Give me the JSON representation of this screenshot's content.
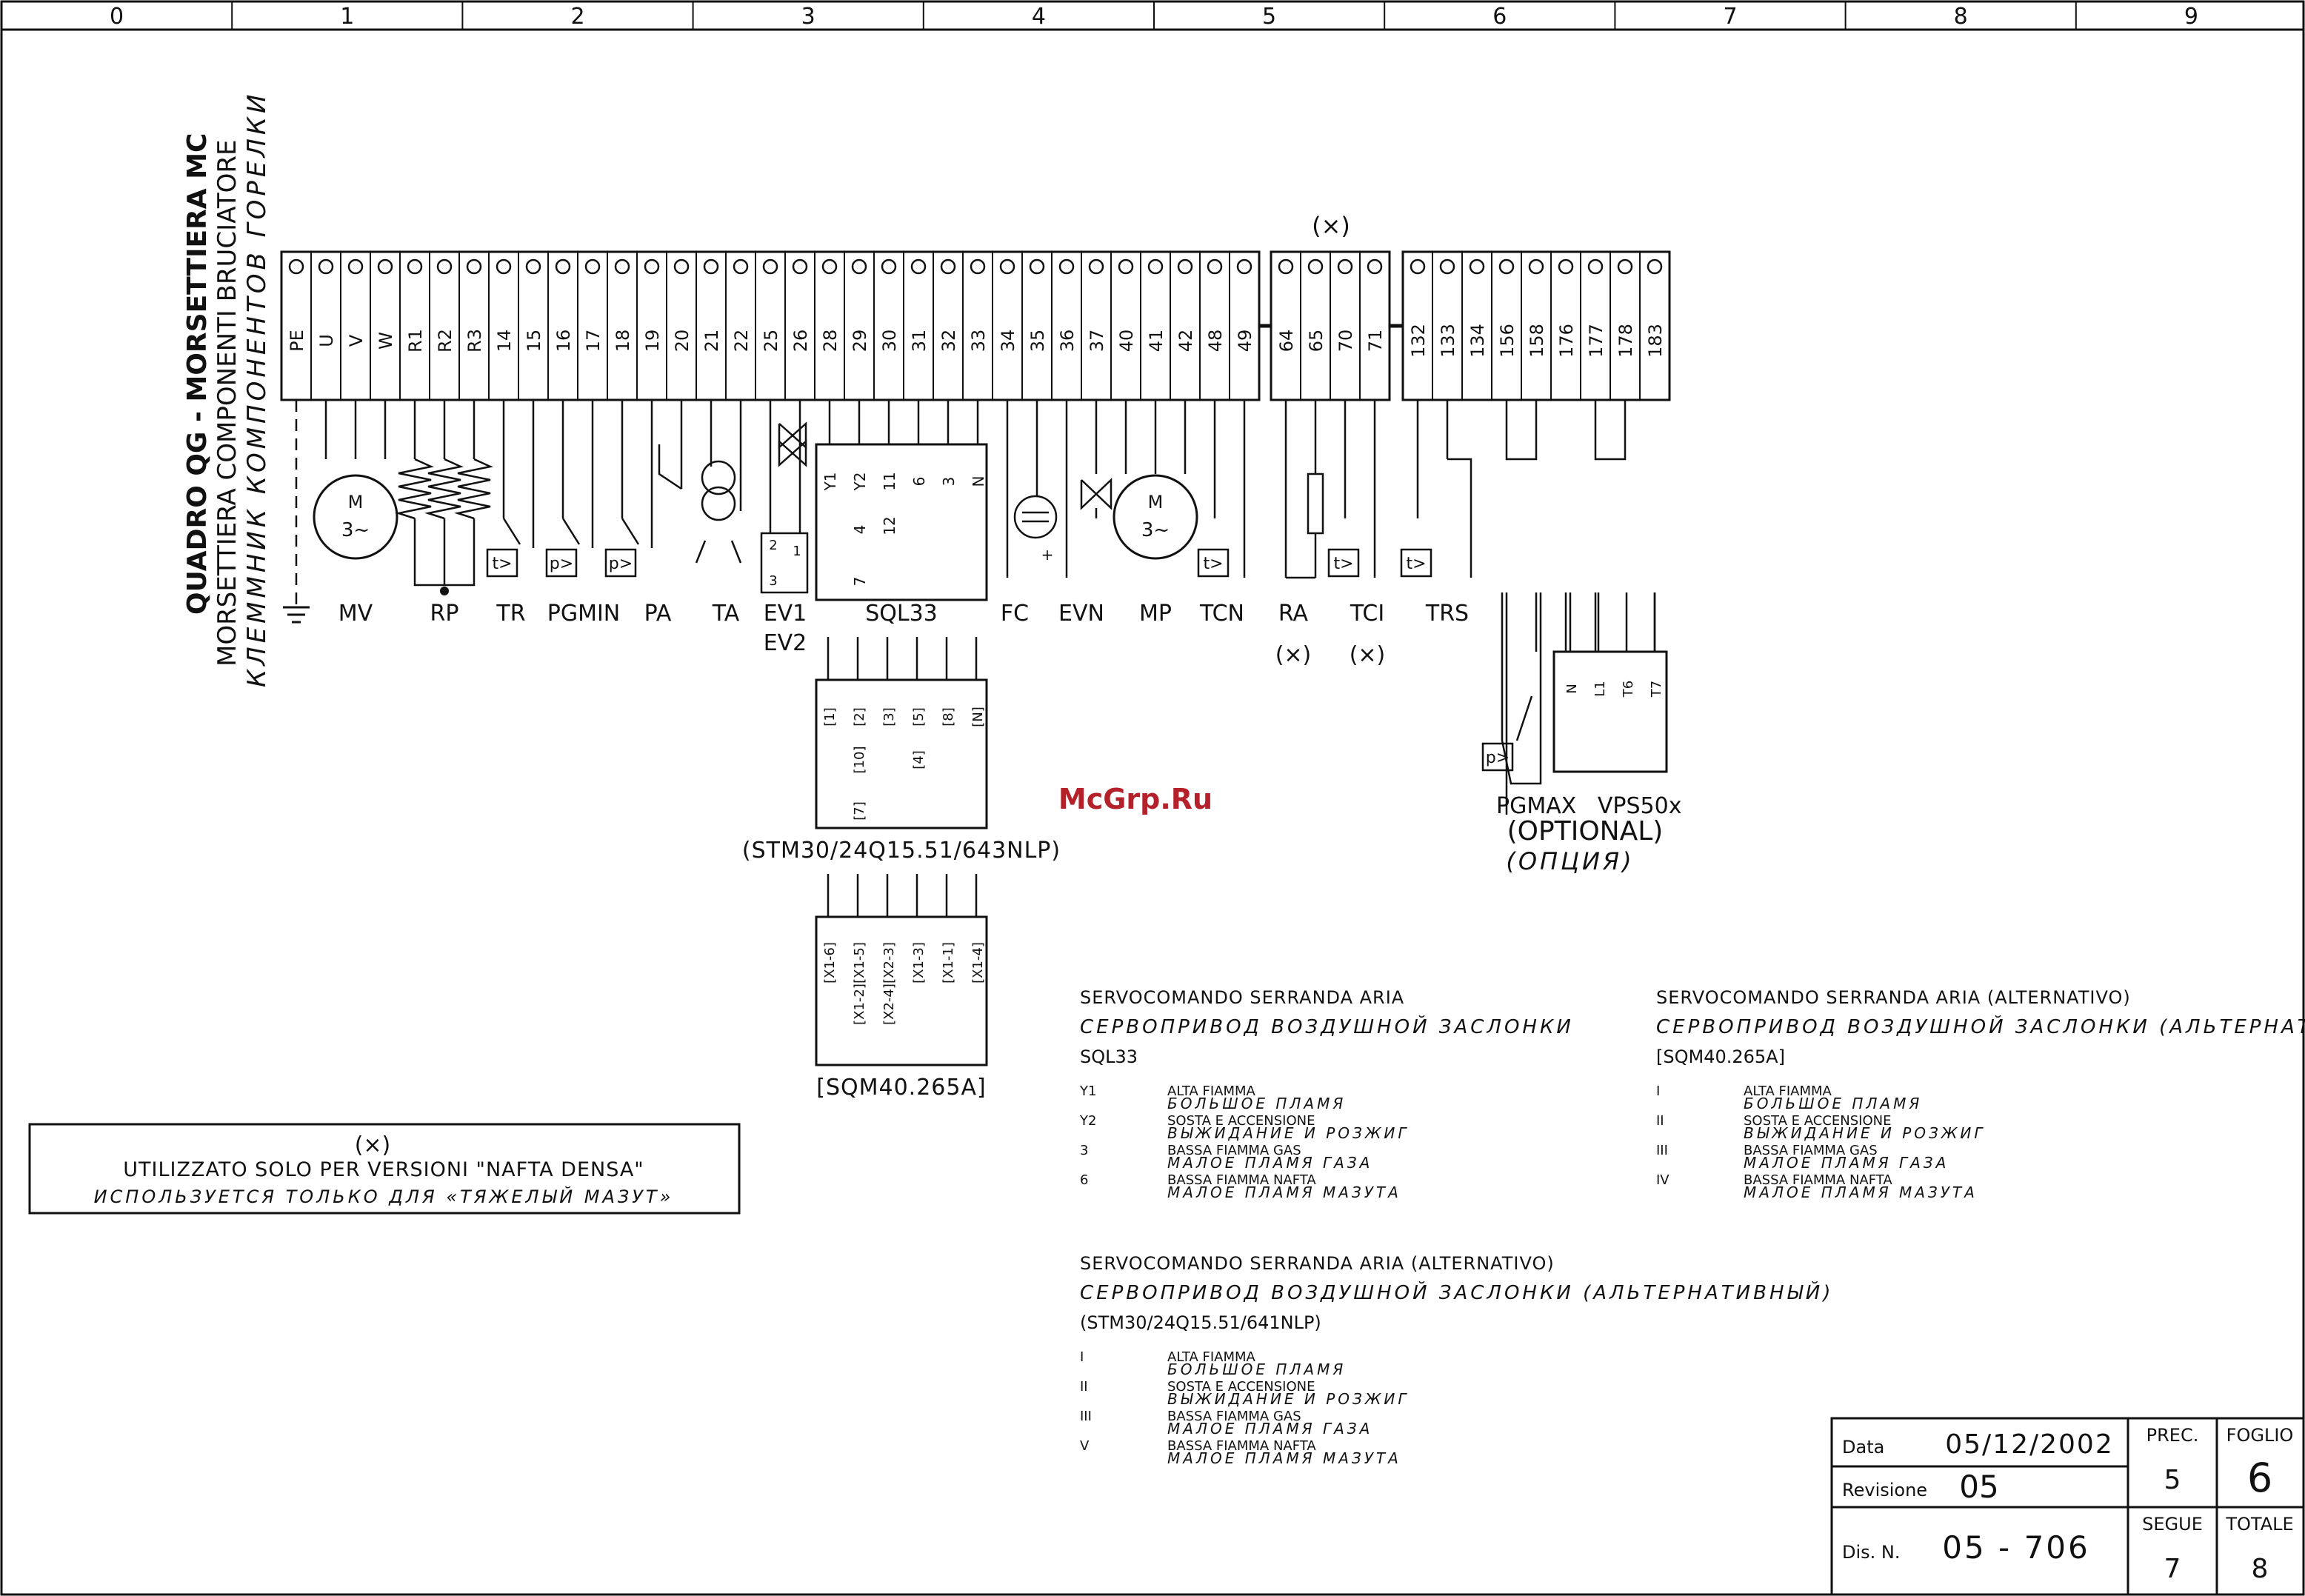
{
  "grid_columns": [
    "0",
    "1",
    "2",
    "3",
    "4",
    "5",
    "6",
    "7",
    "8",
    "9"
  ],
  "side_titles": {
    "main": "QUADRO QG - MORSETTIERA MC",
    "sub": "MORSETTIERA COMPONENTI BRUCIATORE",
    "ru": "КЛЕММНИК КОМПОНЕНТОВ ГОРЕЛКИ"
  },
  "x_marker": "(×)",
  "terminals_main": [
    "PE",
    "U",
    "V",
    "W",
    "R1",
    "R2",
    "R3",
    "14",
    "15",
    "16",
    "17",
    "18",
    "19",
    "20",
    "21",
    "22",
    "25",
    "26",
    "28",
    "29",
    "30",
    "31",
    "32",
    "33",
    "34",
    "35",
    "36",
    "37",
    "40",
    "41",
    "42",
    "48",
    "49"
  ],
  "terminals_mid": [
    "64",
    "65",
    "70",
    "71"
  ],
  "terminals_right": [
    "132",
    "133",
    "134",
    "156",
    "158",
    "176",
    "177",
    "178",
    "183"
  ],
  "motor_symbol": {
    "m": "M",
    "phase": "3~"
  },
  "component_labels": [
    {
      "id": "MV",
      "text": "MV"
    },
    {
      "id": "RP",
      "text": "RP"
    },
    {
      "id": "TR",
      "text": "TR"
    },
    {
      "id": "PGMIN",
      "text": "PGMIN"
    },
    {
      "id": "PA",
      "text": "PA"
    },
    {
      "id": "TA",
      "text": "TA"
    },
    {
      "id": "EV1",
      "text": "EV1"
    },
    {
      "id": "SQL33",
      "text": "SQL33"
    },
    {
      "id": "FC",
      "text": "FC"
    },
    {
      "id": "EVN",
      "text": "EVN"
    },
    {
      "id": "MP",
      "text": "MP"
    },
    {
      "id": "TCN",
      "text": "TCN"
    },
    {
      "id": "RA",
      "text": "RA"
    },
    {
      "id": "TCI",
      "text": "TCI"
    },
    {
      "id": "TRS",
      "text": "TRS"
    }
  ],
  "ev2_label": "EV2",
  "switch_markers": {
    "temp": "t>",
    "press": "p>"
  },
  "ev1_pins": [
    "3",
    "2",
    "1"
  ],
  "sql33_pins": [
    "Y1",
    "Y2",
    "11",
    "6",
    "3",
    "N"
  ],
  "sql33_inner": [
    "4",
    "12",
    "7"
  ],
  "stm30": {
    "pins_top": [
      "[1]",
      "[2]",
      "[3]",
      "[5]",
      "[8]",
      "[N]"
    ],
    "pins_mid": [
      "[10]",
      "[4]"
    ],
    "pin_bottom": "[7]",
    "label": "(STM30/24Q15.51/643NLP)"
  },
  "sqm40": {
    "pins_top": [
      "[X1-6]",
      "[X1-5]",
      "[X2-3]",
      "[X1-3]",
      "[X1-1]",
      "[X1-4]"
    ],
    "pins_mid": [
      "[X1-2]",
      "[X2-4]"
    ],
    "label": "[SQM40.265A]"
  },
  "vps": {
    "pins": [
      "N",
      "L1",
      "T6",
      "T7"
    ],
    "labels": "PGMAX   VPS50x",
    "optional": "(OPTIONAL)",
    "optional_ru": "(ОПЦИЯ)"
  },
  "watermark": "McGrp.Ru",
  "note_box": {
    "mark": "(×)",
    "line1": "UTILIZZATO SOLO PER VERSIONI \"NAFTA DENSA\"",
    "line2": "ИСПОЛЬЗУЕТСЯ ТОЛЬКО ДЛЯ «ТЯЖЕЛЫЙ МАЗУТ»"
  },
  "legend_sql33": {
    "title": "SERVOCOMANDO SERRANDA ARIA",
    "title_ru": "СЕРВОПРИВОД  ВОЗДУШНОЙ ЗАСЛОНКИ",
    "model": "SQL33",
    "rows": [
      {
        "code": "Y1",
        "it": "ALTA FIAMMA",
        "ru": "БОЛЬШОЕ ПЛАМЯ"
      },
      {
        "code": "Y2",
        "it": "SOSTA E ACCENSIONE",
        "ru": "ВЫЖИДАНИЕ И РОЗЖИГ"
      },
      {
        "code": "3",
        "it": "BASSA FIAMMA GAS",
        "ru": "МАЛОЕ ПЛАМЯ ГАЗА"
      },
      {
        "code": "6",
        "it": "BASSA FIAMMA NAFTA",
        "ru": "МАЛОЕ ПЛАМЯ МАЗУТА"
      }
    ]
  },
  "legend_sqm40": {
    "title": "SERVOCOMANDO SERRANDA ARIA (ALTERNATIVO)",
    "title_ru": "СЕРВОПРИВОД  ВОЗДУШНОЙ ЗАСЛОНКИ (АЛЬТЕРНАТИВНЫЙ)",
    "model": "[SQM40.265A]",
    "rows": [
      {
        "code": "I",
        "it": "ALTA FIAMMA",
        "ru": "БОЛЬШОЕ ПЛАМЯ"
      },
      {
        "code": "II",
        "it": "SOSTA E ACCENSIONE",
        "ru": "ВЫЖИДАНИЕ И РОЗЖИГ"
      },
      {
        "code": "III",
        "it": "BASSA FIAMMA GAS",
        "ru": "МАЛОЕ ПЛАМЯ ГАЗА"
      },
      {
        "code": "IV",
        "it": "BASSA FIAMMA NAFTA",
        "ru": "МАЛОЕ ПЛАМЯ МАЗУТА"
      }
    ]
  },
  "legend_stm30": {
    "title": "SERVOCOMANDO SERRANDA ARIA (ALTERNATIVO)",
    "title_ru": "СЕРВОПРИВОД  ВОЗДУШНОЙ ЗАСЛОНКИ (АЛЬТЕРНАТИВНЫЙ)",
    "model": "(STM30/24Q15.51/641NLP)",
    "rows": [
      {
        "code": "I",
        "it": "ALTA FIAMMA",
        "ru": "БОЛЬШОЕ ПЛАМЯ"
      },
      {
        "code": "II",
        "it": "SOSTA E ACCENSIONE",
        "ru": "ВЫЖИДАНИЕ И РОЗЖИГ"
      },
      {
        "code": "III",
        "it": "BASSA FIAMMA GAS",
        "ru": "МАЛОЕ ПЛАМЯ ГАЗА"
      },
      {
        "code": "V",
        "it": "BASSA FIAMMA NAFTA",
        "ru": "МАЛОЕ ПЛАМЯ МАЗУТА"
      }
    ]
  },
  "title_block": {
    "data_label": "Data",
    "data_value": "05/12/2002",
    "rev_label": "Revisione",
    "rev_value": "05",
    "dis_label": "Dis. N.",
    "dis_value": "05 - 706",
    "prec_label": "PREC.",
    "prec_value": "5",
    "foglio_label": "FOGLIO",
    "foglio_value": "6",
    "segue_label": "SEGUE",
    "segue_value": "7",
    "totale_label": "TOTALE",
    "totale_value": "8"
  }
}
